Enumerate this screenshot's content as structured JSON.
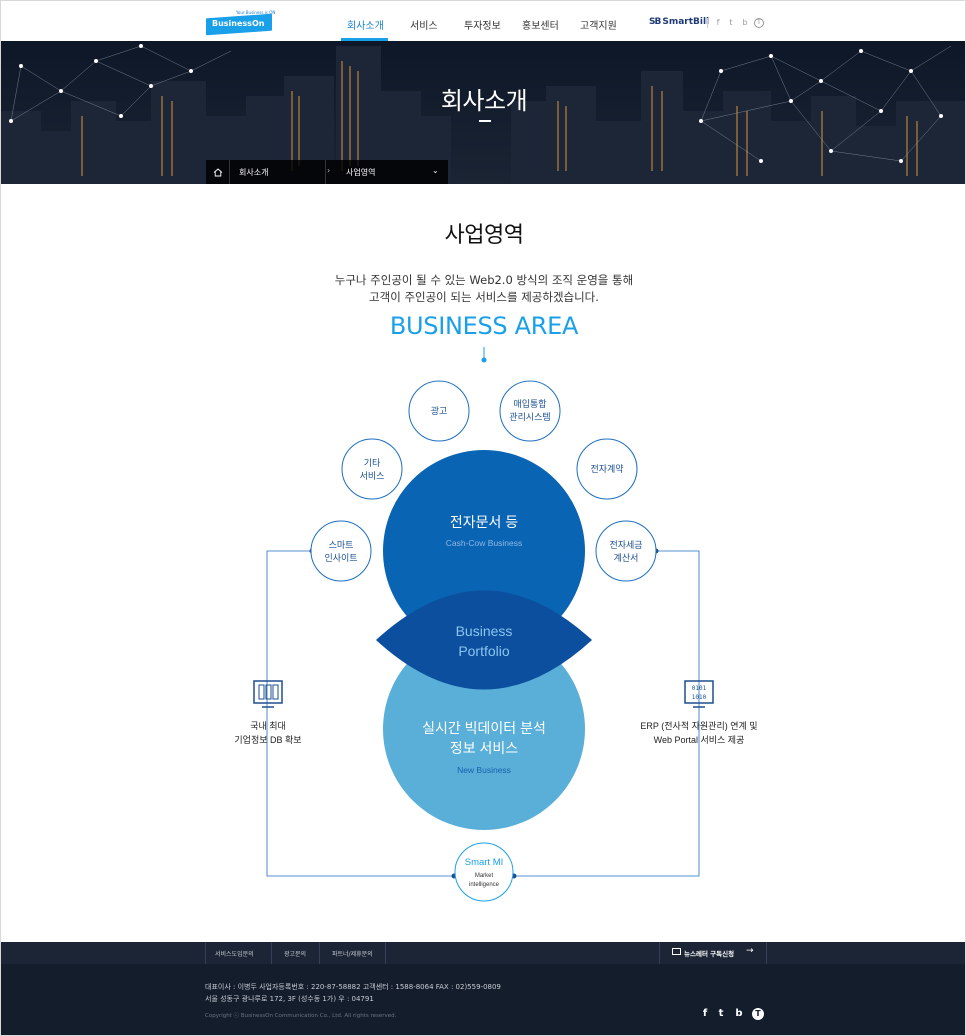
{
  "header": {
    "logo_tagline": "Your Business is ON",
    "logo_text": "BusinessOn",
    "menu": [
      "회사소개",
      "서비스",
      "투자정보",
      "홍보센터",
      "고객지원"
    ],
    "active_menu": "회사소개",
    "smartbill_mark": "SB",
    "smartbill_label": "SmartBill",
    "social": [
      {
        "name": "facebook",
        "glyph": "f"
      },
      {
        "name": "twitter",
        "glyph": "t"
      },
      {
        "name": "blog",
        "glyph": "b"
      },
      {
        "name": "tistory",
        "glyph": "T"
      }
    ]
  },
  "hero": {
    "title": "회사소개",
    "breadcrumb": {
      "level1": "회사소개",
      "level2": "사업영역"
    }
  },
  "section": {
    "title": "사업영역",
    "desc_line1": "누구나 주인공이 될 수 있는 Web2.0 방식의 조직 운영을 통해",
    "desc_line2": "고객이 주인공이 되는 서비스를 제공하겠습니다.",
    "area_title": "BUSINESS AREA"
  },
  "diagram": {
    "top_circle": {
      "title": "전자문서 등",
      "subtitle": "Cash-Cow Business"
    },
    "lens": {
      "line1": "Business",
      "line2": "Portfolio"
    },
    "bottom_circle": {
      "line1": "실시간 빅데이터 분석",
      "line2": "정보 서비스",
      "subtitle": "New Business"
    },
    "satellites": [
      {
        "line1": "스마트",
        "line2": "인사이트"
      },
      {
        "line1": "기타",
        "line2": "서비스"
      },
      {
        "line1": "광고",
        "line2": ""
      },
      {
        "line1": "매입통합",
        "line2": "관리시스템"
      },
      {
        "line1": "전자계약",
        "line2": ""
      },
      {
        "line1": "전자세금",
        "line2": "계산서"
      }
    ],
    "left_feature": {
      "line1": "국내 최대",
      "line2": "기업정보 DB 확보",
      "icon": "server-rack-icon"
    },
    "right_feature": {
      "line1": "ERP (전사적 자원관리) 연계 및",
      "line2": "Web Portal 서비스 제공",
      "icon": "binary-data-icon"
    },
    "smart_mi": {
      "title": "Smart MI",
      "line1": "Market",
      "line2": "intelligence"
    },
    "colors": {
      "top_circle": "#0a64b4",
      "bottom_circle": "#5aafd8",
      "lens": "#0b4f9e",
      "accent": "#1aa0e8",
      "outline": "#1d6fc0"
    }
  },
  "footer": {
    "links": [
      "서비스도입문의",
      "광고문의",
      "파트너/제휴문의"
    ],
    "newsletter": "뉴스레터 구독신청",
    "info_line1": "대표이사 : 이병두    사업자등록번호 : 220-87-58882    고객센터 : 1588-8064    FAX : 02)559-0809",
    "info_line2": "서울 성동구 광나루로 172, 3F (성수동 1가) 우 : 04791",
    "copyright": "Copyright ⓒ BusinessOn Communication Co., Ltd. All rights reserved.",
    "social": [
      {
        "name": "facebook",
        "glyph": "f"
      },
      {
        "name": "twitter",
        "glyph": "t"
      },
      {
        "name": "blog",
        "glyph": "b"
      },
      {
        "name": "tistory",
        "glyph": "T"
      }
    ]
  }
}
